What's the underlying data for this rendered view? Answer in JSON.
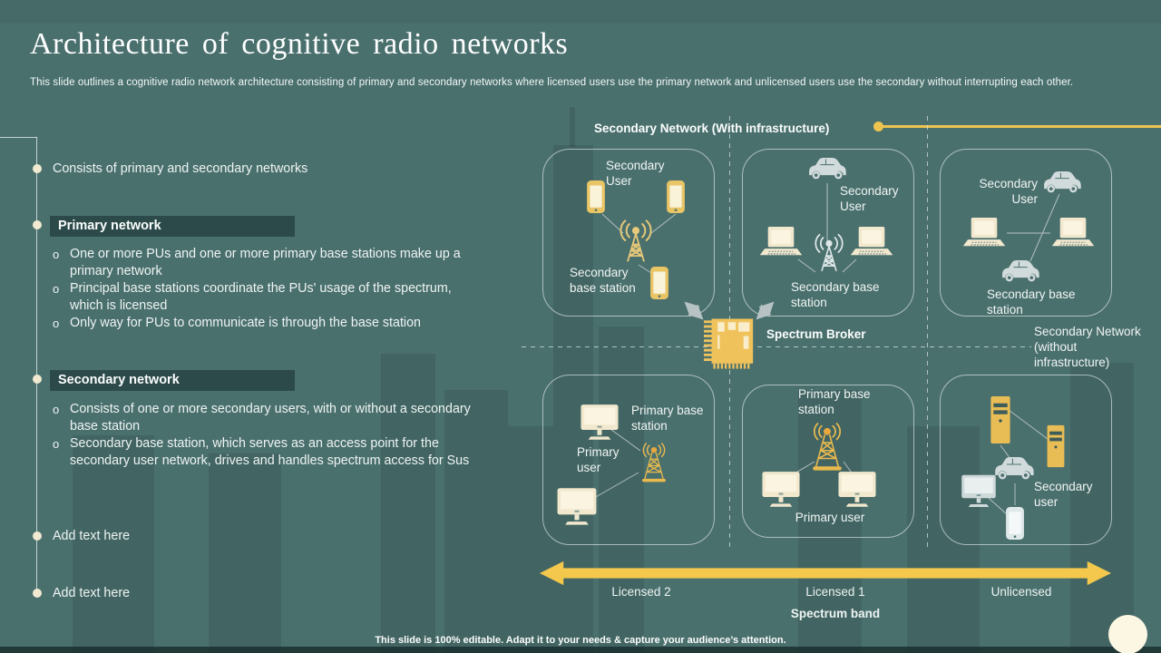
{
  "slide": {
    "title": "Architecture of cognitive radio networks",
    "subtitle": "This slide outlines a cognitive radio network architecture consisting of primary and secondary networks where licensed users use the primary network and unlicensed users use the secondary without interrupting each other.",
    "footer": "This slide is 100% editable. Adapt it to your needs & capture your audience’s attention."
  },
  "left_panel": {
    "bullet1": "Consists of primary and secondary networks",
    "primary": {
      "heading": "Primary network",
      "items": [
        "One or more PUs and one or more primary base stations make up a primary network",
        "Principal base stations coordinate the PUs' usage of the spectrum, which is licensed",
        "Only way for PUs to communicate is through the base station"
      ]
    },
    "secondary": {
      "heading": "Secondary network",
      "items": [
        "Consists of one or more secondary users, with or without a secondary base station",
        "Secondary base station, which serves as an access point for the secondary user network, drives and handles spectrum access for Sus"
      ]
    },
    "placeholder1": "Add text here",
    "placeholder2": "Add text here"
  },
  "diagram": {
    "top_label": "Secondary Network (With infrastructure)",
    "right_label": "Secondary Network (without infrastructure)",
    "broker_label": "Spectrum Broker",
    "boxes": {
      "box1": {
        "user_label": "Secondary User",
        "base_label": "Secondary base station"
      },
      "box2": {
        "user_label": "Secondary User",
        "base_label": "Secondary base station"
      },
      "box3": {
        "user_label": "Secondary User",
        "base_label": "Secondary base station"
      },
      "box4": {
        "base_label": "Primary base station",
        "user_label": "Primary user"
      },
      "box5": {
        "base_label": "Primary base station",
        "user_label": "Primary user"
      },
      "box6": {
        "user_label": "Secondary user"
      }
    },
    "spectrum": {
      "bands": [
        "Licensed 2",
        "Licensed 1",
        "Unlicensed"
      ],
      "label": "Spectrum band"
    }
  },
  "icons": {
    "smartphone-icon": "rounded-rect phone shape",
    "radio-tower-icon": "antenna mast with signal waves",
    "lattice-tower-icon": "eiffel lattice tower with signal waves",
    "car-icon": "hatchback car silhouette",
    "laptop-icon": "laptop with keyboard",
    "monitor-icon": "desktop monitor with stand",
    "server-icon": "server tower unit",
    "chip-icon": "spectrum broker circuit chip",
    "double-arrow-icon": "diagonal two-headed arrow",
    "spectrum-arrow-icon": "horizontal two-headed band arrow",
    "bullet-dot": "●",
    "sub-bullet": "o"
  },
  "colors": {
    "background": "#4a706e",
    "accent_yellow": "#f0c35c",
    "cream": "#f1e8ce",
    "light_gray": "#d2dbdc",
    "panel_dark": "#2c4a4a",
    "text": "#ffffff"
  }
}
